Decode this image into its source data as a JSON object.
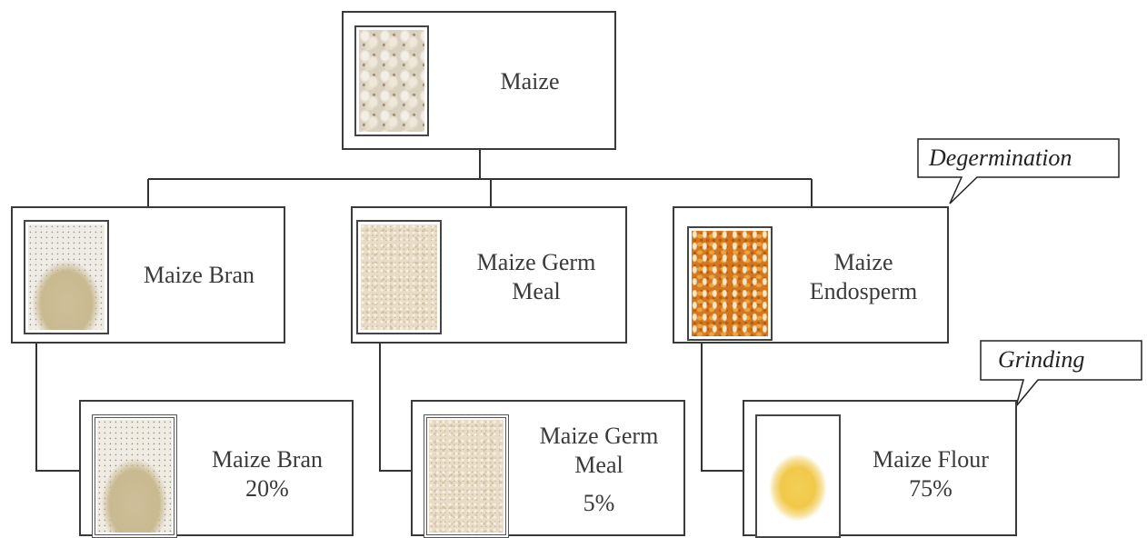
{
  "nodes": {
    "maize": {
      "line1": "Maize",
      "image": "maize-kernels-photo"
    },
    "bran": {
      "line1": "Maize Bran",
      "image": "maize-bran-photo"
    },
    "germ": {
      "line1": "Maize Germ",
      "line2": "Meal",
      "image": "maize-germ-meal-photo"
    },
    "endosperm": {
      "line1": "Maize",
      "line2": "Endosperm",
      "image": "maize-endosperm-photo"
    },
    "bran_out": {
      "line1": "Maize Bran",
      "line2": "20%",
      "image": "maize-bran-photo"
    },
    "germ_out": {
      "line1": "Maize Germ",
      "line2": "Meal",
      "line3": "5%",
      "image": "maize-germ-meal-photo"
    },
    "flour_out": {
      "line1": "Maize Flour",
      "line2": "75%",
      "image": "maize-flour-photo"
    }
  },
  "callouts": {
    "degermination": "Degermination",
    "grinding": "Grinding"
  },
  "colors": {
    "border": "#3a3a3a",
    "text": "#3a3a3a",
    "connector": "#333333"
  }
}
